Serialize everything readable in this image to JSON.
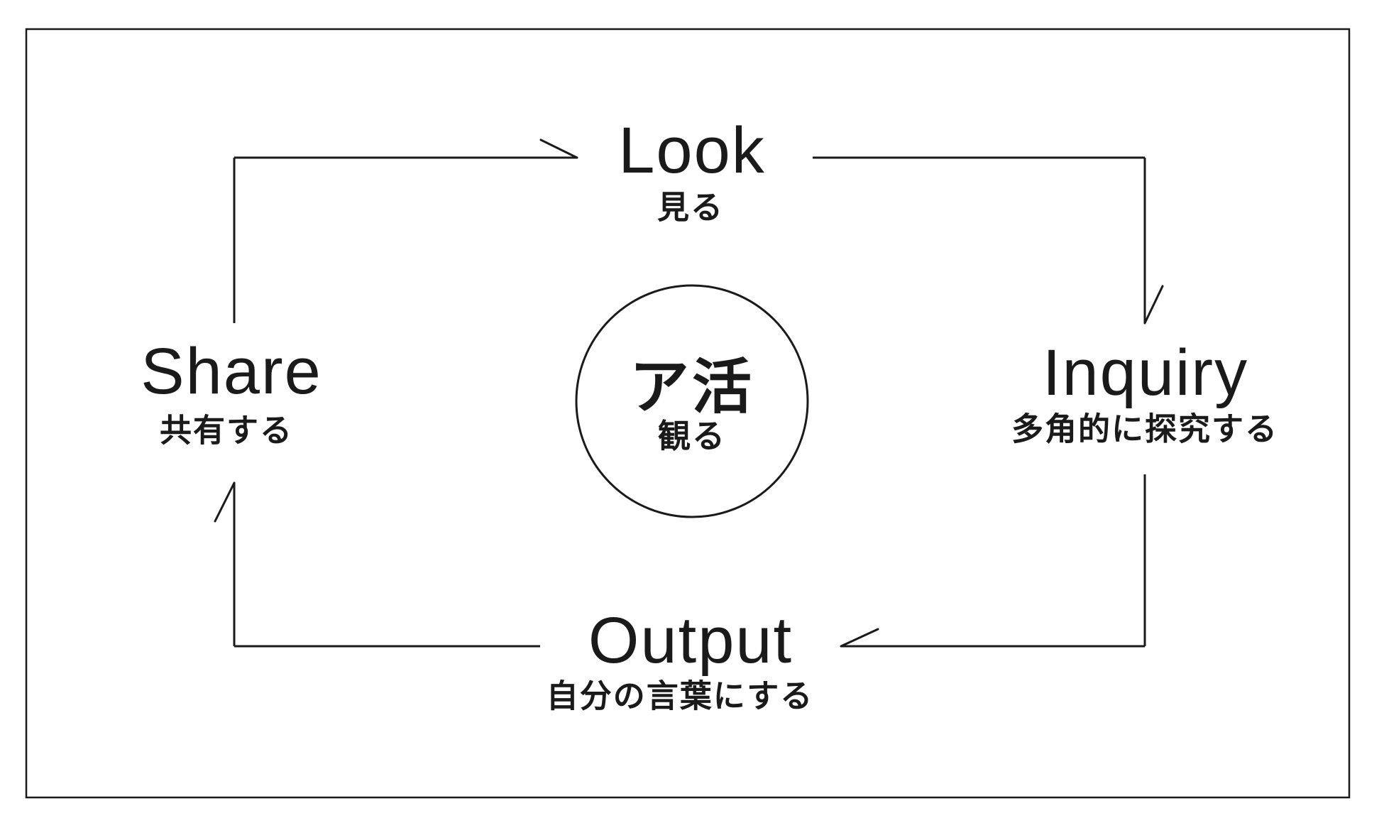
{
  "colors": {
    "ink": "#1a1a1a",
    "background": "#ffffff"
  },
  "diagram": {
    "type": "cycle",
    "direction": "clockwise",
    "center": {
      "title": "ア活",
      "subtitle": "観る"
    },
    "nodes": {
      "look": {
        "label": "Look",
        "sublabel": "見る"
      },
      "inquiry": {
        "label": "Inquiry",
        "sublabel": "多角的に探究する"
      },
      "output": {
        "label": "Output",
        "sublabel": "自分の言葉にする"
      },
      "share": {
        "label": "Share",
        "sublabel": "共有する"
      }
    },
    "flow_order": [
      "Look",
      "Inquiry",
      "Output",
      "Share"
    ]
  }
}
